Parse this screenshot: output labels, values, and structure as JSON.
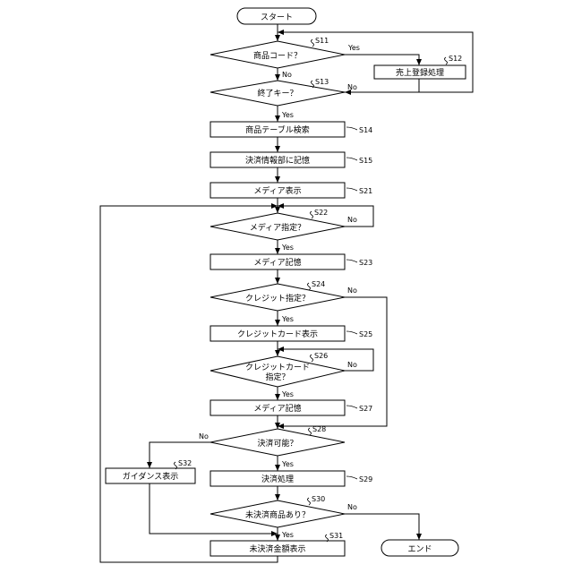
{
  "flowchart": {
    "start": "スタート",
    "end": "エンド",
    "yes": "Yes",
    "no": "No",
    "steps": {
      "s11": {
        "id": "S11",
        "text": "商品コード？"
      },
      "s12": {
        "id": "S12",
        "text": "売上登録処理"
      },
      "s13": {
        "id": "S13",
        "text": "終了キー？"
      },
      "s14": {
        "id": "S14",
        "text": "商品テーブル検索"
      },
      "s15": {
        "id": "S15",
        "text": "決済情報部に記憶"
      },
      "s21": {
        "id": "S21",
        "text": "メディア表示"
      },
      "s22": {
        "id": "S22",
        "text": "メディア指定？"
      },
      "s23": {
        "id": "S23",
        "text": "メディア記憶"
      },
      "s24": {
        "id": "S24",
        "text": "クレジット指定？"
      },
      "s25": {
        "id": "S25",
        "text": "クレジットカード表示"
      },
      "s26": {
        "id": "S26",
        "line1": "クレジットカード",
        "line2": "指定？"
      },
      "s27": {
        "id": "S27",
        "text": "メディア記憶"
      },
      "s28": {
        "id": "S28",
        "text": "決済可能？"
      },
      "s29": {
        "id": "S29",
        "text": "決済処理"
      },
      "s30": {
        "id": "S30",
        "text": "未決済商品あり？"
      },
      "s31": {
        "id": "S31",
        "text": "未決済金額表示"
      },
      "s32": {
        "id": "S32",
        "text": "ガイダンス表示"
      }
    }
  }
}
